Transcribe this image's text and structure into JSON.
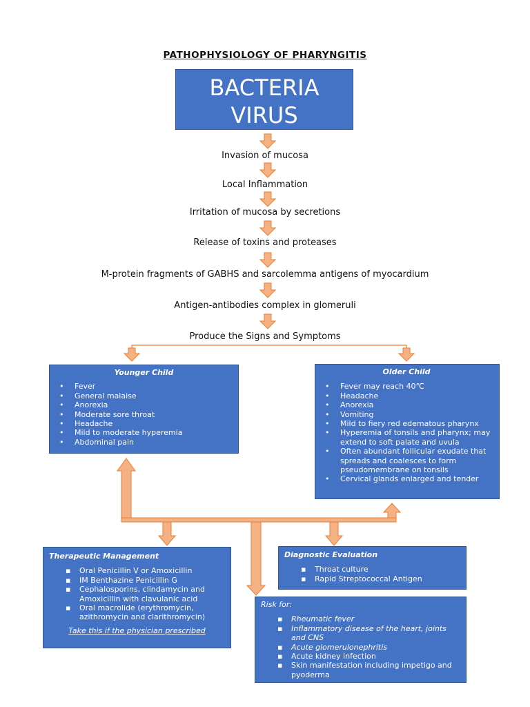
{
  "title": "PATHOPHYSIOLOGY OF PHARYNGITIS",
  "top_box": {
    "line1": "BACTERIA",
    "line2": "VIRUS"
  },
  "steps": [
    "Invasion of mucosa",
    "Local Inflammation",
    "Irritation of mucosa by secretions",
    "Release of toxins and proteases",
    "M-protein fragments of GABHS and sarcolemma antigens of myocardium",
    "Antigen-antibodies complex in glomeruli",
    "Produce the Signs and Symptoms"
  ],
  "younger_child": {
    "title": "Younger Child",
    "items": [
      "Fever",
      "General malaise",
      "Anorexia",
      "Moderate sore throat",
      "Headache",
      "Mild to moderate hyperemia",
      "Abdominal pain"
    ]
  },
  "older_child": {
    "title": "Older Child",
    "items": [
      "Fever may reach 40℃",
      "Headache",
      "Anorexia",
      "Vomiting",
      "Mild to fiery red edematous pharynx",
      "Hyperemia of tonsils and pharynx; may extend to soft palate and uvula",
      "Often abundant follicular exudate that spreads and coalesces to form pseudomembrane on tonsils",
      "Cervical glands enlarged and tender"
    ]
  },
  "therapeutic": {
    "title": "Therapeutic Management",
    "items": [
      "Oral Penicillin V or Amoxicillin",
      "IM Benthazine Penicillin G",
      "Cephalosporins, clindamycin and Amoxicillin with clavulanic acid",
      "Oral macrolide (erythromycin, azithromycin and clarithromycin)"
    ],
    "note": "Take this if the physician prescribed"
  },
  "diagnostic": {
    "title": "Diagnostic Evaluation",
    "items": [
      "Throat culture",
      "Rapid Streptococcal Antigen"
    ]
  },
  "risk": {
    "title": "Risk for:",
    "items": [
      "Rheumatic fever",
      "Inflammatory disease of the heart, joints and CNS",
      "Acute glomerulonephritis",
      "Acute kidney infection",
      "Skin manifestation including impetigo and pyoderma"
    ]
  },
  "colors": {
    "box_fill": "#4472c4",
    "box_border": "#2f5597",
    "arrow_fill": "#f4b183",
    "arrow_stroke": "#ed7d31"
  }
}
